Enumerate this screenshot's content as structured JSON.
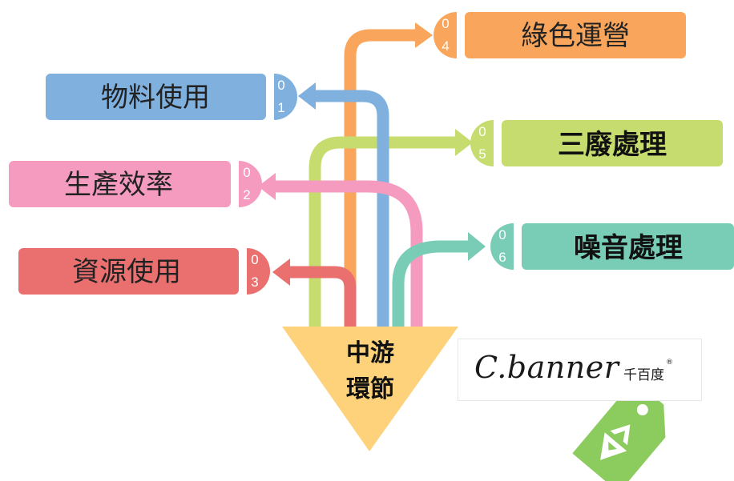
{
  "center": {
    "line1": "中游",
    "line2": "環節"
  },
  "categories": [
    {
      "num_digits": [
        "0",
        "1"
      ],
      "label": "物料使用",
      "color": "#7fb0de"
    },
    {
      "num_digits": [
        "0",
        "2"
      ],
      "label": "生產效率",
      "color": "#f49bbf"
    },
    {
      "num_digits": [
        "0",
        "3"
      ],
      "label": "資源使用",
      "color": "#ea6f6f"
    },
    {
      "num_digits": [
        "0",
        "4"
      ],
      "label": "綠色運營",
      "color": "#f9a55b"
    },
    {
      "num_digits": [
        "0",
        "5"
      ],
      "label": "三廢處理",
      "color": "#c7dc6e"
    },
    {
      "num_digits": [
        "0",
        "6"
      ],
      "label": "噪音處理",
      "color": "#79ccb6"
    }
  ],
  "center_color": "#fdd27a",
  "logo": {
    "brand": "C.banner",
    "chinese": "千百度",
    "mark": "®"
  },
  "icons": {
    "tag": "recycle-tag-icon"
  },
  "tag_color": "#8ccb5d"
}
